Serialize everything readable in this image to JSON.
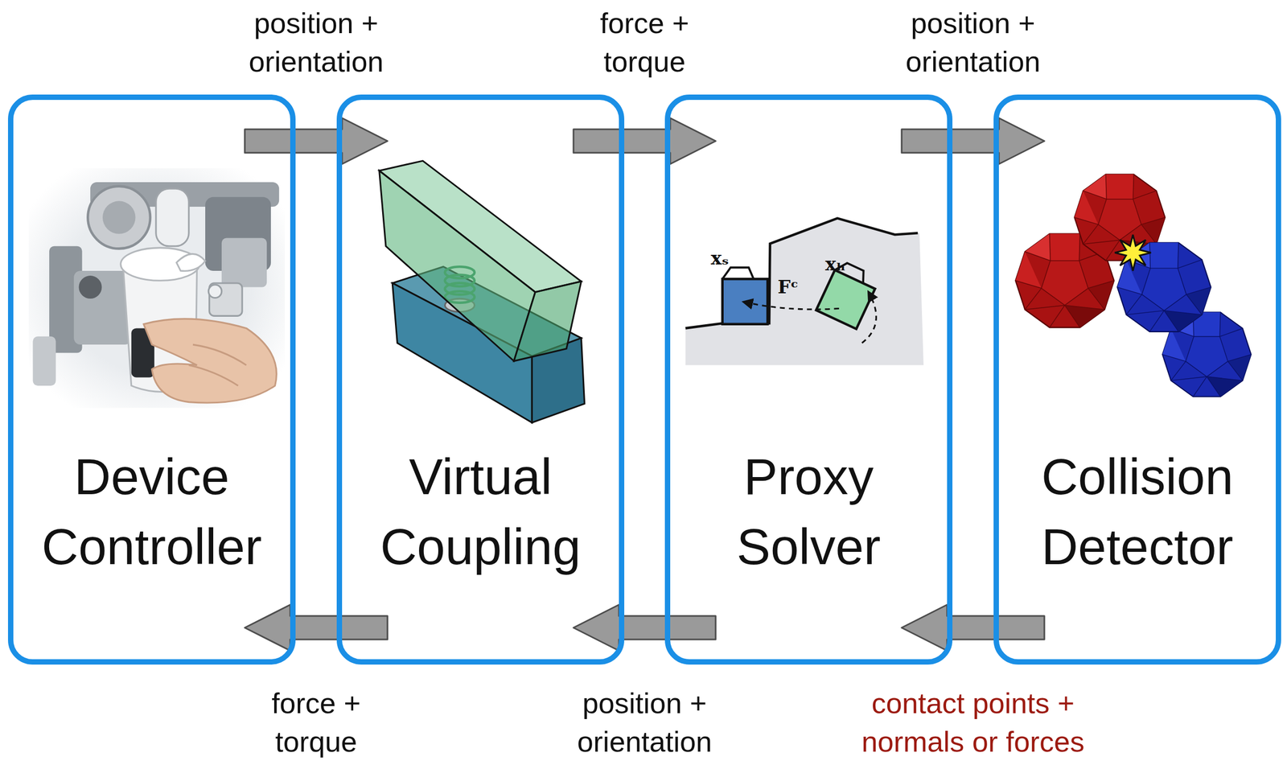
{
  "diagram": {
    "nodes": [
      {
        "text": [
          "Device Controller"
        ]
      },
      {
        "text": [
          "Virtual Coupling"
        ]
      },
      {
        "text": [
          "Proxy Solver"
        ]
      },
      {
        "text": [
          "Collision Detector"
        ]
      }
    ],
    "edges": [
      {
        "from": 0,
        "to": 1,
        "label": "position + orientation",
        "arrow": "to"
      },
      {
        "from": 1,
        "to": 2,
        "label": "force + torque",
        "arrow": "to"
      },
      {
        "from": 2,
        "to": 3,
        "label": "position + orientation",
        "arrow": "to"
      },
      {
        "from": 3,
        "to": 2,
        "label": "contact points + normals or forces",
        "arrow": "to"
      },
      {
        "from": 2,
        "to": 1,
        "label": "position + orientation",
        "arrow": "to"
      },
      {
        "from": 1,
        "to": 0,
        "label": "force + torque",
        "arrow": "to"
      }
    ],
    "labels": [
      "xₛ",
      "Fᶜ",
      "xₕ"
    ]
  }
}
